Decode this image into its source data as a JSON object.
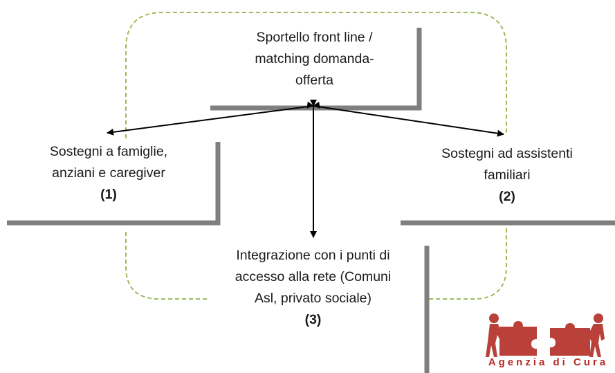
{
  "nodes": {
    "top": {
      "lines": [
        "Sportello front line /",
        "matching domanda-",
        "offerta"
      ]
    },
    "left": {
      "lines": [
        "Sostegni a famiglie,",
        "anziani e caregiver"
      ],
      "number": "(1)"
    },
    "right": {
      "lines": [
        "Sostegni ad assistenti",
        "familiari"
      ],
      "number": "(2)"
    },
    "bottom": {
      "lines": [
        "Integrazione con i punti di",
        "accesso alla rete (Comuni",
        "Asl, privato sociale)"
      ],
      "number": "(3)"
    }
  },
  "logo": {
    "caption": "Agenzia di Cura"
  },
  "colors": {
    "dashed_loop": "#9bbb59",
    "bracket": "#7f7f7f",
    "arrow": "#000000",
    "logo": "#b22d24"
  }
}
